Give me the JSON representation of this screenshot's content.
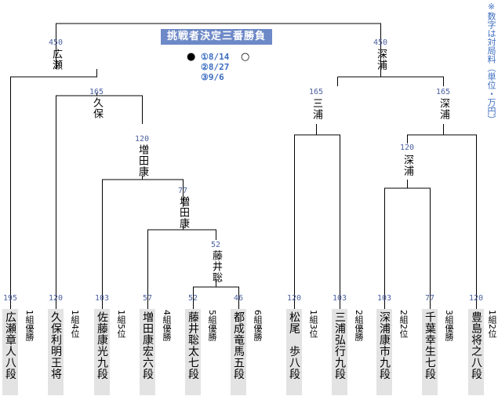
{
  "title": "挑戦者決定三番勝負",
  "note": "※数字は対局料（単位・万円）",
  "games": [
    "①8/14",
    "②8/27",
    "③9/6"
  ],
  "result_marks": {
    "left": "●",
    "right": "○"
  },
  "final": {
    "left": {
      "fee": "450",
      "name": "広瀬"
    },
    "right": {
      "fee": "450",
      "name": "深浦"
    }
  },
  "rounds": [
    {
      "id": "r-kubo",
      "fee": "165",
      "name": "久保"
    },
    {
      "id": "r-masuda-1",
      "fee": "120",
      "name": "増田康"
    },
    {
      "id": "r-masuda-2",
      "fee": "77",
      "name": "増田康"
    },
    {
      "id": "r-fujii",
      "fee": "52",
      "name": "藤井聡"
    },
    {
      "id": "r-miura",
      "fee": "165",
      "name": "三浦"
    },
    {
      "id": "r-fukaura-1",
      "fee": "165",
      "name": "深浦"
    },
    {
      "id": "r-fukaura-2",
      "fee": "120",
      "name": "深浦"
    }
  ],
  "players": [
    {
      "fee": "195",
      "name": "広瀬章人八段",
      "rank": "1組優勝"
    },
    {
      "fee": "120",
      "name": "久保利明王将",
      "rank": "1組4位"
    },
    {
      "fee": "103",
      "name": "佐藤康光九段",
      "rank": "1組5位"
    },
    {
      "fee": "57",
      "name": "増田康宏六段",
      "rank": "4組優勝"
    },
    {
      "fee": "52",
      "name": "藤井聡太七段",
      "rank": "5組優勝"
    },
    {
      "fee": "46",
      "name": "都成竜馬五段",
      "rank": "6組優勝"
    },
    {
      "fee": "120",
      "name": "松尾　歩八段",
      "rank": "1組3位"
    },
    {
      "fee": "103",
      "name": "三浦弘行九段",
      "rank": "2組優勝"
    },
    {
      "fee": "103",
      "name": "深浦康市九段",
      "rank": "2組2位"
    },
    {
      "fee": "77",
      "name": "千葉幸生七段",
      "rank": "3組優勝"
    },
    {
      "fee": "120",
      "name": "豊島将之八段",
      "rank": "1組2位"
    }
  ]
}
